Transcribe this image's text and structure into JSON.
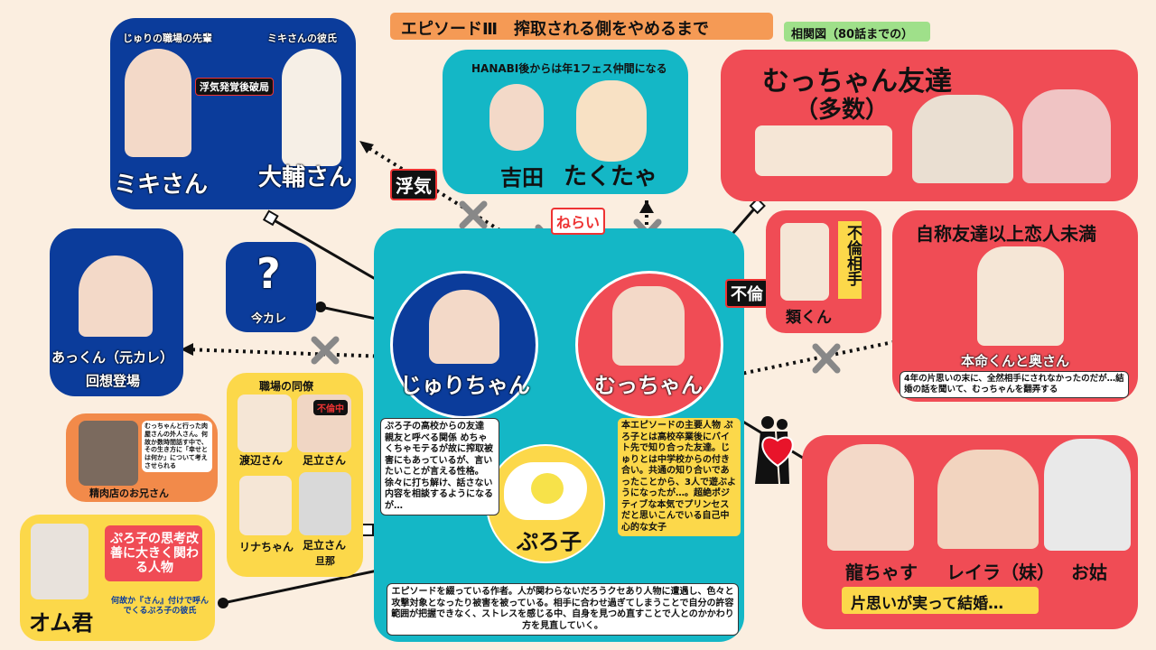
{
  "header": {
    "title": "エピソードⅢ　搾取される側をやめるまで",
    "subtitle": "相関図（80話までの）"
  },
  "juri_panel": {
    "label_left": "じゅりの職場の先輩",
    "label_right": "ミキさんの彼氏",
    "breakup_tag": "浮気発覚後破局",
    "name_left": "ミキさん",
    "name_right": "大輔さん"
  },
  "hanabi_panel": {
    "caption": "HANABI後からは年1フェス仲間になる",
    "name_left": "吉田",
    "name_right": "たくたゃ"
  },
  "friends_panel": {
    "title_line1": "むっちゃん友達",
    "title_line2": "（多数）"
  },
  "akun_panel": {
    "name": "あっくん（元カレ）",
    "sub": "回想登場"
  },
  "imakare": {
    "symbol": "?",
    "name": "今カレ"
  },
  "center": {
    "juri": "じゅりちゃん",
    "mu": "むっちゃん",
    "puroko": "ぷろ子"
  },
  "tags": {
    "uwaki": "浮気",
    "nerai": "ねらい",
    "furin": "不倫"
  },
  "rui_panel": {
    "vertical": "不倫相手",
    "name": "類くん"
  },
  "jisho_panel": {
    "title": "自称友達以上恋人未満",
    "couple": "本命くんと奥さん",
    "desc": "4年の片思いの末に、全然相手にされなかったのだが…結婚の話を聞いて、むっちゃんを翻弄する"
  },
  "coworkers": {
    "title": "職場の同僚",
    "furin_tag": "不倫中",
    "p1": "渡辺さん",
    "p2": "足立さん",
    "p3": "リナちゃん",
    "p4_line1": "足立さん",
    "p4_line2": "旦那"
  },
  "butcher": {
    "desc": "むっちゃんと行った肉屋さんの外人さん。何故か数時間話す中で、その生き方に「幸せとは何か」について考えさせられる",
    "name": "精肉店のお兄さん"
  },
  "omu": {
    "callout": "ぷろ子の思考改善に大きく関わる人物",
    "name": "オム君",
    "desc": "何故か『さん』付けで呼んでくるぷろ子の彼氏"
  },
  "juri_note": "ぷろ子の高校からの友達 親友と呼べる関係 めちゃくちゃモテるが故に搾取被害にもあっているが、言いたいことが言える性格。徐々に打ち解け、話さない内容を相談するようになるが…",
  "mu_note": "本エピソードの主要人物 ぷろ子とは高校卒業後にバイト先で知り合った友達。じゅりとは中学校からの付き合い。共通の知り合いであったことから、3人で遊ぶようになったが…。超絶ポジティブな本気でプリンセスだと思いこんでいる自己中心的な女子",
  "puroko_note": "エピソードを綴っている作者。人が関わらないだろうクセあり人物に遭遇し、色々と攻撃対象となったり被害を被っている。相手に合わせ過ぎてしまうことで自分の許容範囲が把握できなく、ストレスを感じる中、自身を見つめ直すことで人とのかかわり方を見直していく。",
  "family": {
    "p1": "龍ちゃす",
    "p2": "レイラ（妹）",
    "p3": "お姑",
    "footer": "片思いが実って結婚…"
  },
  "colors": {
    "blue": "#0b3c9b",
    "teal": "#14b7c6",
    "red": "#f04c55",
    "yellow": "#fcd84a",
    "orange": "#f28a4a"
  }
}
